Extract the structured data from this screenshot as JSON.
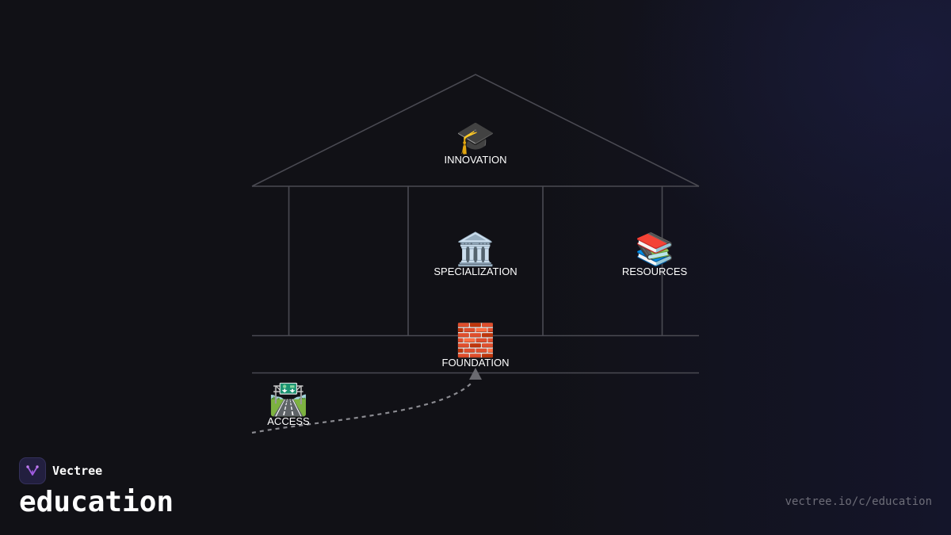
{
  "colors": {
    "background": "#111116",
    "structure_line": "#4a4a52",
    "connector": "#8a8a90",
    "text": "#ffffff",
    "url_text": "#6d6d78",
    "logo_accent": "#a05ce0"
  },
  "diagram": {
    "type": "temple-layers",
    "nodes": [
      {
        "id": "innovation",
        "emoji": "🎓",
        "label": "INNOVATION"
      },
      {
        "id": "specialization",
        "emoji": "🏛️",
        "label": "SPECIALIZATION"
      },
      {
        "id": "resources",
        "emoji": "📚",
        "label": "RESOURCES"
      },
      {
        "id": "foundation",
        "emoji": "🧱",
        "label": "FOUNDATION"
      },
      {
        "id": "access",
        "emoji": "🛣️",
        "label": "ACCESS"
      }
    ],
    "edges": [
      {
        "from": "access",
        "to": "foundation",
        "style": "dashed-arrow"
      }
    ]
  },
  "footer": {
    "brand_name": "Vectree",
    "title": "education",
    "url": "vectree.io/c/education"
  }
}
